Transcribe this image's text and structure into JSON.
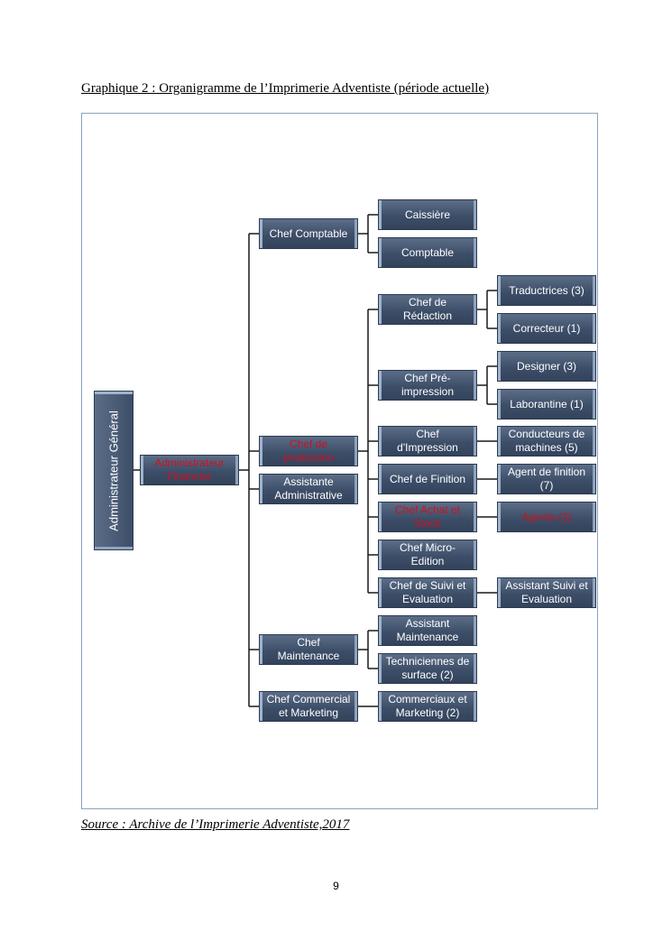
{
  "title": "Graphique 2 : Organigramme de l’Imprimerie Adventiste (période actuelle)",
  "source": "Source : Archive de l’Imprimerie Adventiste,2017",
  "page_number": "9",
  "colors": {
    "box": "#3d4e68",
    "highlight_text": "#d01020",
    "line": "#1a1a1a"
  },
  "org": {
    "administrateur_general": "Administrateur Général",
    "administrateur_financier": "Administrateur Financier",
    "chef_comptable": "Chef Comptable",
    "caissiere": "Caissière",
    "comptable": "Comptable",
    "chef_production": "Chef de production",
    "chef_redaction": "Chef de Rédaction",
    "traductrices": "Traductrices (3)",
    "correcteur": "Correcteur (1)",
    "chef_preimpression": "Chef Pré-impression",
    "designer": "Designer (3)",
    "laborantine": "Laborantine (1)",
    "chef_impression": "Chef d'Impression",
    "conducteurs": "Conducteurs de machines (5)",
    "chef_finition": "Chef de Finition",
    "agent_finition": "Agent de finition (7)",
    "chef_achat": "Chef Achat et Stock",
    "agents": "Agents (3)",
    "chef_micro": "Chef Micro-Edition",
    "chef_suivi": "Chef de Suivi et Evaluation",
    "assistant_suivi": "Assistant Suivi et Evaluation",
    "assistante_admin": "Assistante Administrative",
    "chef_maintenance": "Chef  Maintenance",
    "assistant_maintenance": "Assistant Maintenance",
    "techniciennes": "Techniciennes de surface (2)",
    "chef_commercial": "Chef Commercial et Marketing",
    "commerciaux": "Commerciaux et Marketing (2)"
  }
}
